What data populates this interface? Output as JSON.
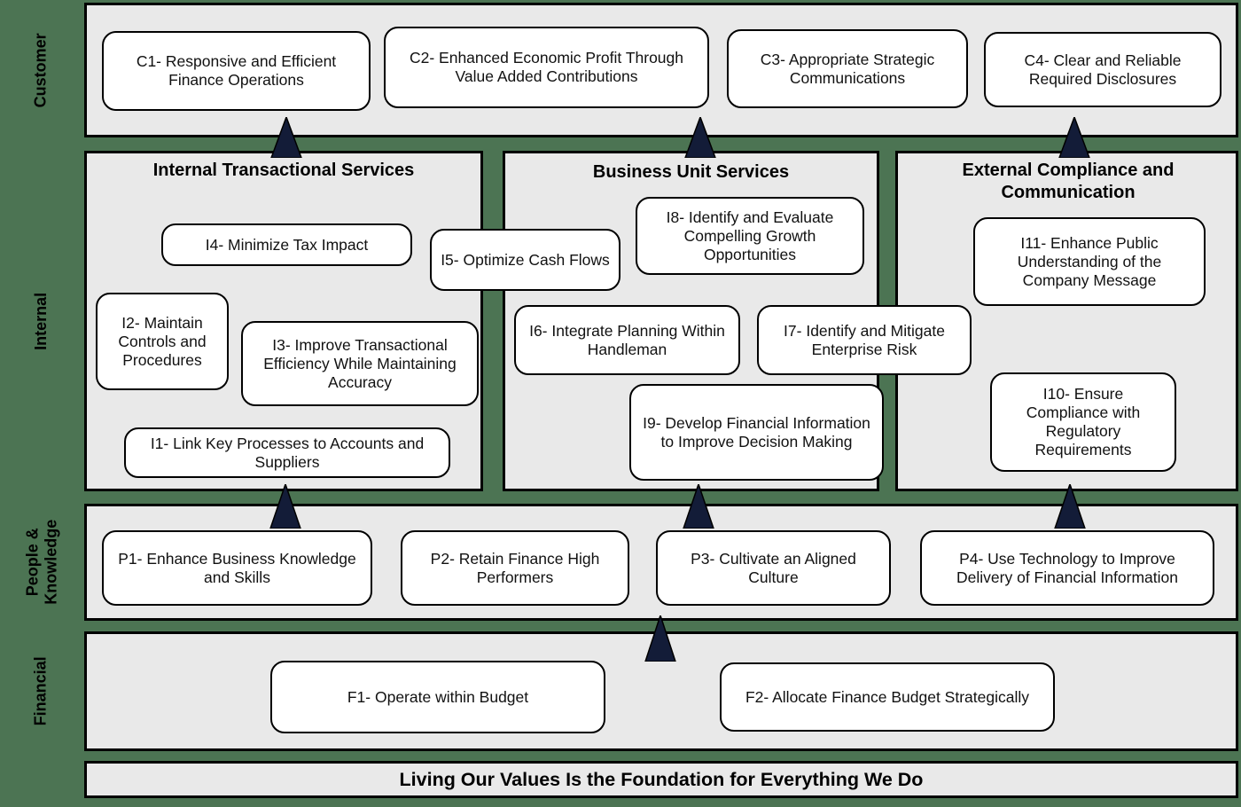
{
  "colors": {
    "background_green": "#4C7453",
    "panel_gray": "#E9E9E9",
    "box_white": "#FFFFFF",
    "border_black": "#000000",
    "arrow_navy": "#131C38"
  },
  "left_labels": {
    "customer": "Customer",
    "internal": "Internal",
    "people": "People &\nKnowledge",
    "financial": "Financial"
  },
  "customer": {
    "c1": "C1- Responsive and Efficient Finance Operations",
    "c2": "C2- Enhanced Economic Profit Through Value Added Contributions",
    "c3": "C3- Appropriate Strategic Communications",
    "c4": "C4- Clear and Reliable Required Disclosures"
  },
  "internal": {
    "transactional": {
      "title": "Internal Transactional Services",
      "i4": "I4- Minimize Tax Impact",
      "i2": "I2- Maintain Controls and Procedures",
      "i3": "I3- Improve Transactional Efficiency While Maintaining Accuracy",
      "i1": "I1- Link Key Processes to Accounts and Suppliers"
    },
    "i5": "I5- Optimize Cash Flows",
    "business_unit": {
      "title": "Business Unit Services",
      "i8": "I8- Identify and Evaluate Compelling Growth Opportunities",
      "i6": "I6- Integrate Planning Within Handleman",
      "i9": "I9- Develop Financial Information to Improve Decision Making"
    },
    "i7": "I7- Identify and Mitigate Enterprise Risk",
    "external": {
      "title": "External Compliance and Communication",
      "i11": "I11- Enhance Public Understanding of the Company Message",
      "i10": "I10- Ensure Compliance with Regulatory Requirements"
    }
  },
  "people": {
    "p1": "P1- Enhance Business Knowledge and Skills",
    "p2": "P2- Retain Finance High Performers",
    "p3": "P3- Cultivate an Aligned Culture",
    "p4": "P4- Use Technology to Improve Delivery of Financial Information"
  },
  "financial": {
    "f1": "F1- Operate within Budget",
    "f2": "F2- Allocate Finance Budget Strategically"
  },
  "banner": "Living Our Values Is the Foundation for Everything We Do"
}
